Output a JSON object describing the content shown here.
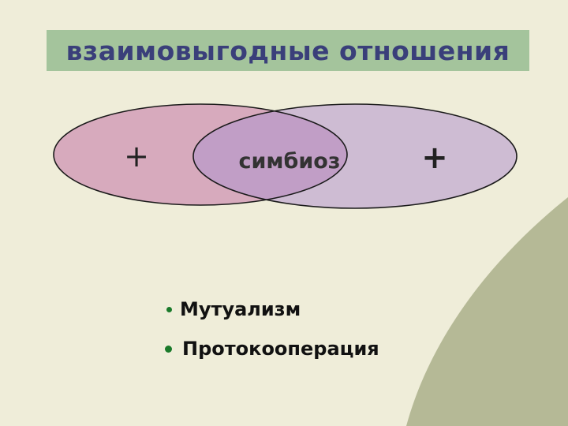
{
  "colors": {
    "background": "#efedd9",
    "title_bar": "#a4c49c",
    "title_text": "#3a3f7a",
    "corner_shape": "#b5b996",
    "ellipse_left": "#d7aabd",
    "ellipse_right": "#cebcd3",
    "overlap": "#c19ec6",
    "bullet": "#1a7a2a"
  },
  "title": "взаимовыгодные отношения",
  "diagram": {
    "left_sign": "+",
    "center_label": "симбиоз",
    "right_sign": "+"
  },
  "bullets": [
    {
      "text": "Мутуализм"
    },
    {
      "text": "Протокооперация"
    }
  ]
}
